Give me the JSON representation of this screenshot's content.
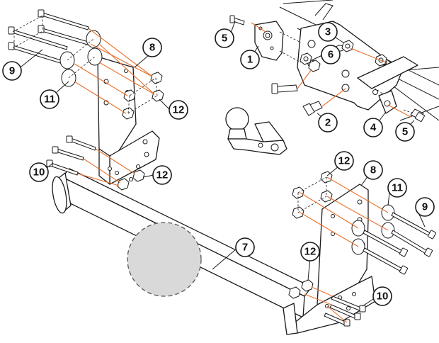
{
  "diagram": {
    "callouts": [
      {
        "id": "c1",
        "label": "1"
      },
      {
        "id": "c2",
        "label": "2"
      },
      {
        "id": "c3",
        "label": "3"
      },
      {
        "id": "c4",
        "label": "4"
      },
      {
        "id": "c5a",
        "label": "5"
      },
      {
        "id": "c5b",
        "label": "5"
      },
      {
        "id": "c6",
        "label": "6"
      },
      {
        "id": "c7",
        "label": "7"
      },
      {
        "id": "c8a",
        "label": "8"
      },
      {
        "id": "c8b",
        "label": "8"
      },
      {
        "id": "c9a",
        "label": "9"
      },
      {
        "id": "c9b",
        "label": "9"
      },
      {
        "id": "c10a",
        "label": "10"
      },
      {
        "id": "c10b",
        "label": "10"
      },
      {
        "id": "c11a",
        "label": "11"
      },
      {
        "id": "c11b",
        "label": "11"
      },
      {
        "id": "c12a",
        "label": "12"
      },
      {
        "id": "c12b",
        "label": "12"
      },
      {
        "id": "c12c",
        "label": "12"
      },
      {
        "id": "c12d",
        "label": "12"
      }
    ],
    "colors": {
      "line": "#1a1a1a",
      "assembly_guide": "#e8702a",
      "placeholder_fill": "#d9d9d9"
    }
  }
}
